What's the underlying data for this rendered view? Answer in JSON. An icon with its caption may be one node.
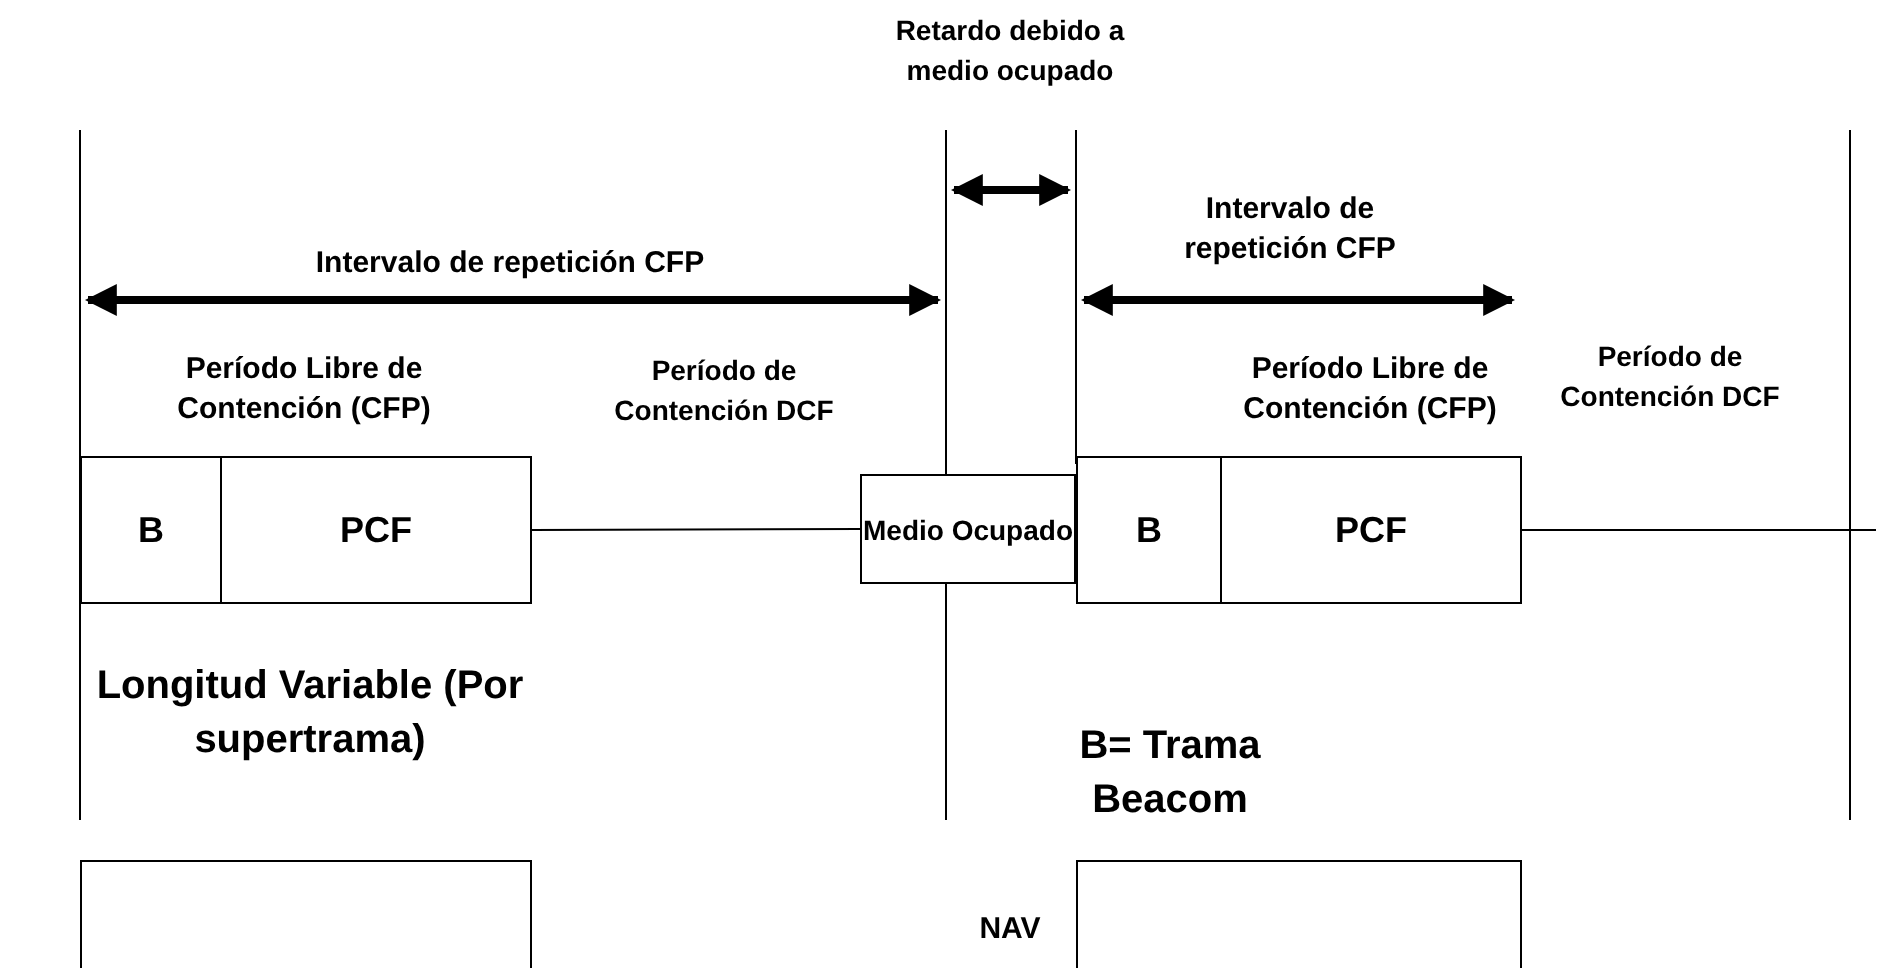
{
  "diagram": {
    "nodes": [
      {
        "text": [
          "B"
        ]
      },
      {
        "text": [
          "PCF"
        ]
      },
      {
        "text": [
          "Medio Ocupado"
        ]
      },
      {
        "text": [
          "B"
        ]
      },
      {
        "text": [
          "PCF"
        ]
      },
      {
        "text": [],
        "shape": "box"
      },
      {
        "text": [],
        "shape": "box"
      }
    ],
    "edges": [
      {
        "from": 1,
        "to": 2,
        "arrow": "none"
      },
      {
        "from": 4,
        "to": null,
        "arrow": "none"
      }
    ],
    "labels": [
      "Retardo debido a medio ocupado",
      "Intervalo de repetición CFP",
      "Intervalo de repetición CFP",
      "Período Libre de Contención (CFP)",
      "Período de Contención DCF",
      "Período Libre de Contención (CFP)",
      "Período de Contención DCF",
      "Longitud Variable (Por supertrama)",
      "B= Trama Beacom",
      "NAV"
    ]
  }
}
